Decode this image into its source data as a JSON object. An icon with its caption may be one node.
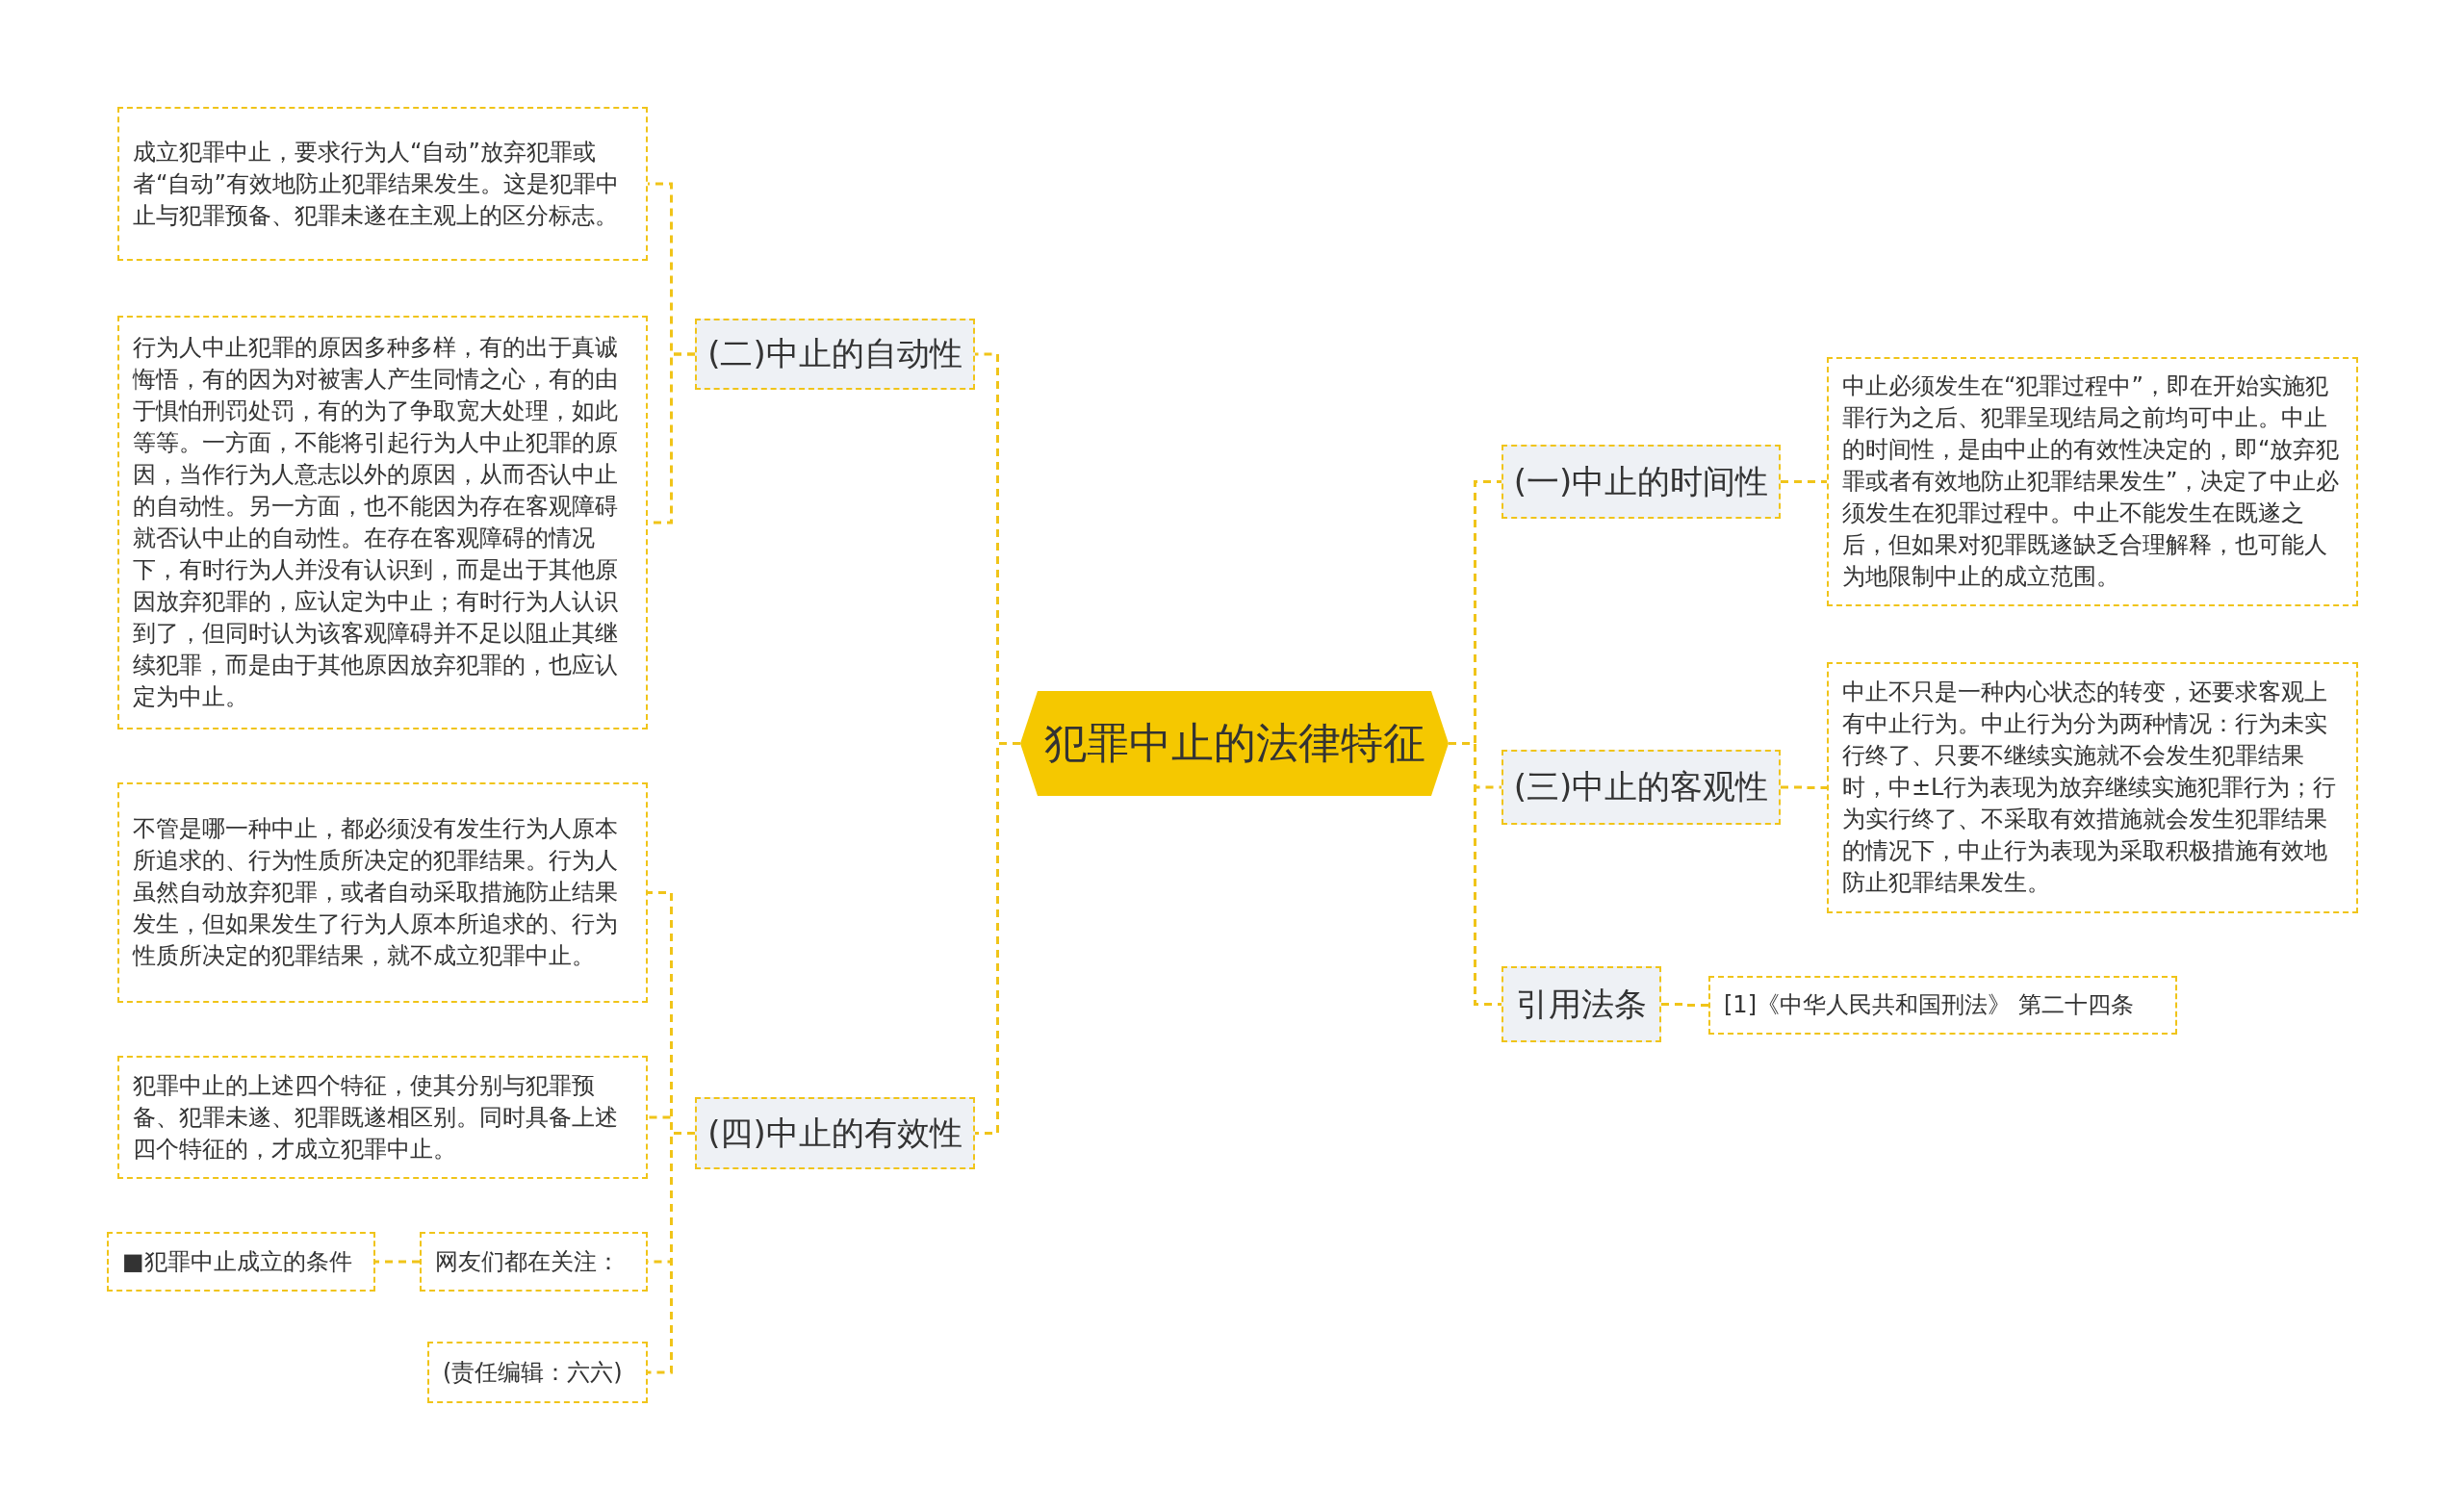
{
  "diagram": {
    "nodes": [
      {
        "text": [
          "犯罪中止的法律特征"
        ]
      },
      {
        "text": [
          "(二)中止的自动性"
        ]
      },
      {
        "text": [
          "成立犯罪中止，要求行为人“自动”放弃犯罪或者“自动”有效地防止犯罪结果发生。这是犯罪中止与犯罪预备、犯罪未遂在主观上的区分标志。"
        ]
      },
      {
        "text": [
          "行为人中止犯罪的原因多种多样，有的出于真诚悔悟，有的因为对被害人产生同情之心，有的由于惧怕刑罚处罚，有的为了争取宽大处理，如此等等。一方面，不能将引起行为人中止犯罪的原因，当作行为人意志以外的原因，从而否认中止的自动性。另一方面，也不能因为存在客观障碍就否认中止的自动性。在存在客观障碍的情况下，有时行为人并没有认识到，而是出于其他原因放弃犯罪的，应认定为中止；有时行为人认识到了，但同时认为该客观障碍并不足以阻止其继续犯罪，而是由于其他原因放弃犯罪的，也应认定为中止。"
        ]
      },
      {
        "text": [
          "(四)中止的有效性"
        ]
      },
      {
        "text": [
          "不管是哪一种中止，都必须没有发生行为人原本所追求的、行为性质所决定的犯罪结果。行为人虽然自动放弃犯罪，或者自动采取措施防止结果发生，但如果发生了行为人原本所追求的、行为性质所决定的犯罪结果，就不成立犯罪中止。"
        ]
      },
      {
        "text": [
          "犯罪中止的上述四个特征，使其分别与犯罪预备、犯罪未遂、犯罪既遂相区别。同时具备上述四个特征的，才成立犯罪中止。"
        ]
      },
      {
        "text": [
          "网友们都在关注："
        ]
      },
      {
        "text": [
          "■犯罪中止成立的条件"
        ]
      },
      {
        "text": [
          "(责任编辑：六六)"
        ]
      },
      {
        "text": [
          "(一)中止的时间性"
        ]
      },
      {
        "text": [
          "中止必须发生在“犯罪过程中”，即在开始实施犯罪行为之后、犯罪呈现结局之前均可中止。中止的时间性，是由中止的有效性决定的，即“放弃犯罪或者有效地防止犯罪结果发生”，决定了中止必须发生在犯罪过程中。中止不能发生在既遂之后，但如果对犯罪既遂缺乏合理解释，也可能人为地限制中止的成立范围。"
        ]
      },
      {
        "text": [
          "(三)中止的客观性"
        ]
      },
      {
        "text": [
          "中止不只是一种内心状态的转变，还要求客观上有中止行为。中止行为分为两种情况：行为未实行终了、只要不继续实施就不会发生犯罪结果时，中±L行为表现为放弃继续实施犯罪行为；行为实行终了、不采取有效措施就会发生犯罪结果的情况下，中止行为表现为采取积极措施有效地防止犯罪结果发生。"
        ]
      },
      {
        "text": [
          "引用法条"
        ]
      },
      {
        "text": [
          "[1]《中华人民共和国刑法》 第二十四条"
        ]
      }
    ],
    "edges": [
      {
        "from": 0,
        "to": 1,
        "arrow": "none"
      },
      {
        "from": 1,
        "to": 2,
        "arrow": "none"
      },
      {
        "from": 1,
        "to": 3,
        "arrow": "none"
      },
      {
        "from": 0,
        "to": 4,
        "arrow": "none"
      },
      {
        "from": 4,
        "to": 5,
        "arrow": "none"
      },
      {
        "from": 4,
        "to": 6,
        "arrow": "none"
      },
      {
        "from": 4,
        "to": 7,
        "arrow": "none"
      },
      {
        "from": 7,
        "to": 8,
        "arrow": "none"
      },
      {
        "from": 4,
        "to": 9,
        "arrow": "none"
      },
      {
        "from": 0,
        "to": 10,
        "arrow": "none"
      },
      {
        "from": 10,
        "to": 11,
        "arrow": "none"
      },
      {
        "from": 0,
        "to": 12,
        "arrow": "none"
      },
      {
        "from": 12,
        "to": 13,
        "arrow": "none"
      },
      {
        "from": 0,
        "to": 14,
        "arrow": "none"
      },
      {
        "from": 14,
        "to": 15,
        "arrow": "none"
      }
    ]
  }
}
